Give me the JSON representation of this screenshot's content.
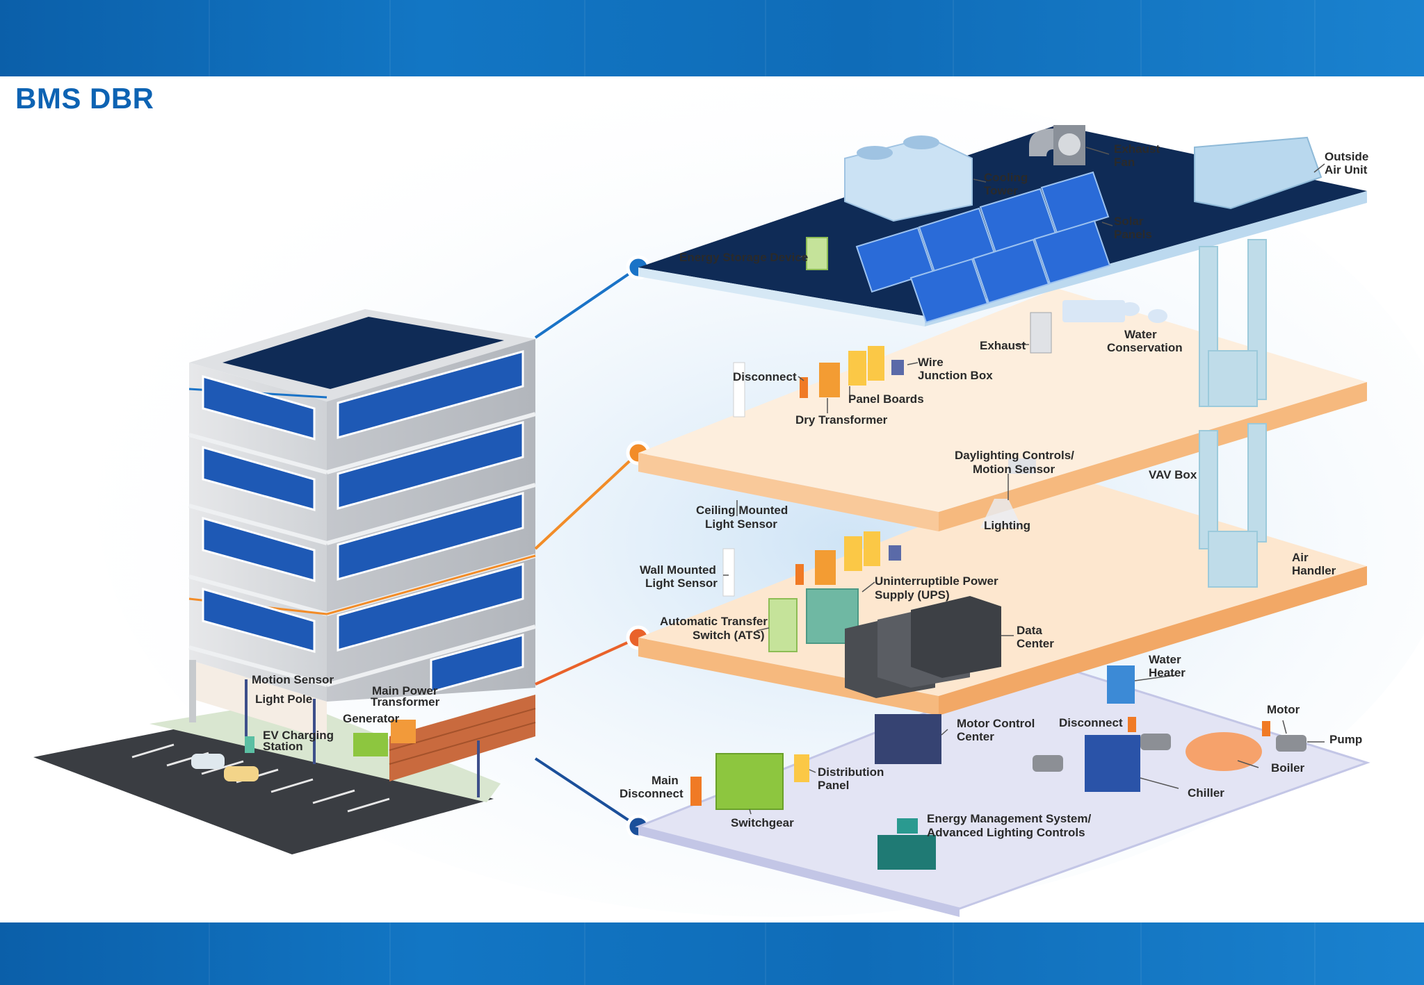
{
  "title": "BMS DBR",
  "colors": {
    "header_band": "#0f6cb8",
    "title": "#0d63b3",
    "roof": "#0f2b56",
    "floor_light": "#fde7cf",
    "floor_orange": "#f6b97e",
    "ground": "#e6e6f5",
    "connector_blue": "#1a73c7",
    "connector_orange": "#f28c28",
    "connector_red_orange": "#e9622a",
    "connector_navy": "#1b4f9a"
  },
  "labels": {
    "exhaust_fan": [
      "Exhaust",
      "Fan"
    ],
    "outside_air_unit": [
      "Outside",
      "Air Unit"
    ],
    "cooling_tower": [
      "Cooling",
      "Tower"
    ],
    "solar_panels": [
      "Solar",
      "Panels"
    ],
    "energy_storage_device": [
      "Energy Storage Device"
    ],
    "exhaust": [
      "Exhaust"
    ],
    "water_conservation": [
      "Water",
      "Conservation"
    ],
    "disconnect_top": [
      "Disconnect"
    ],
    "wire_junction_box": [
      "Wire",
      "Junction Box"
    ],
    "panel_boards": [
      "Panel Boards"
    ],
    "dry_transformer": [
      "Dry Transformer"
    ],
    "daylighting_controls": [
      "Daylighting Controls/",
      "Motion Sensor"
    ],
    "vav_box": [
      "VAV Box"
    ],
    "ceiling_mounted_light_sensor": [
      "Ceiling Mounted",
      "Light Sensor"
    ],
    "lighting": [
      "Lighting"
    ],
    "wall_mounted_light_sensor": [
      "Wall Mounted",
      "Light Sensor"
    ],
    "ups": [
      "Uninterruptible Power",
      "Supply (UPS)"
    ],
    "air_handler": [
      "Air",
      "Handler"
    ],
    "ats": [
      "Automatic Transfer",
      "Switch (ATS)"
    ],
    "data_center": [
      "Data",
      "Center"
    ],
    "water_heater": [
      "Water",
      "Heater"
    ],
    "motion_sensor": [
      "Motion Sensor"
    ],
    "light_pole": [
      "Light Pole"
    ],
    "main_power_transformer": [
      "Main Power",
      "Transformer"
    ],
    "generator": [
      "Generator"
    ],
    "ev_charging_station": [
      "EV Charging",
      "Station"
    ],
    "motor_control_center": [
      "Motor Control",
      "Center"
    ],
    "disconnect_bottom": [
      "Disconnect"
    ],
    "motor": [
      "Motor"
    ],
    "pump": [
      "Pump"
    ],
    "boiler": [
      "Boiler"
    ],
    "main_disconnect": [
      "Main",
      "Disconnect"
    ],
    "distribution_panel": [
      "Distribution",
      "Panel"
    ],
    "chiller": [
      "Chiller"
    ],
    "switchgear": [
      "Switchgear"
    ],
    "energy_management_system": [
      "Energy Management System/",
      "Advanced Lighting Controls"
    ]
  }
}
